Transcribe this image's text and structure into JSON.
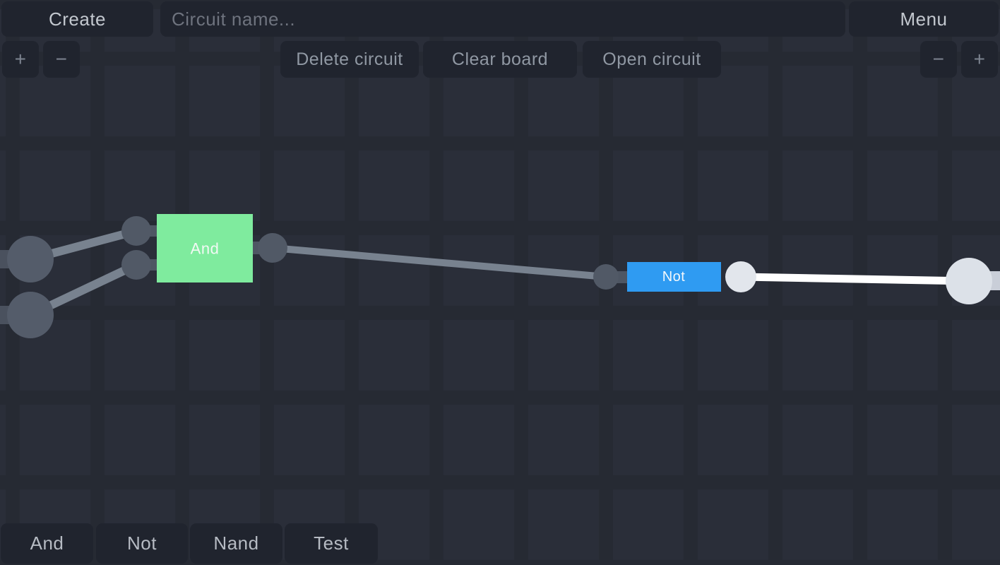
{
  "topbar": {
    "create": "Create",
    "circuit_name_placeholder": "Circuit name...",
    "menu": "Menu",
    "delete_circuit": "Delete circuit",
    "clear_board": "Clear board",
    "open_circuit": "Open circuit",
    "zoom_in": "+",
    "zoom_out": "−"
  },
  "palette": {
    "items": [
      {
        "label": "And"
      },
      {
        "label": "Not"
      },
      {
        "label": "Nand"
      },
      {
        "label": "Test"
      }
    ]
  },
  "canvas": {
    "gates": [
      {
        "label": "And",
        "type": "and-gate",
        "color": "#7feb9e"
      },
      {
        "label": "Not",
        "type": "not-gate",
        "color": "#2f9bf2"
      }
    ],
    "colors": {
      "wire_off": "#78828f",
      "wire_on": "#ffffff",
      "node_off": "#545c6a",
      "port_off": "#515966",
      "port_on": "#e2e6ec",
      "node_on": "#dce1e8",
      "stub_off": "#4a515e",
      "stub_on": "#c9ced8",
      "connector": "#4e5663"
    }
  }
}
